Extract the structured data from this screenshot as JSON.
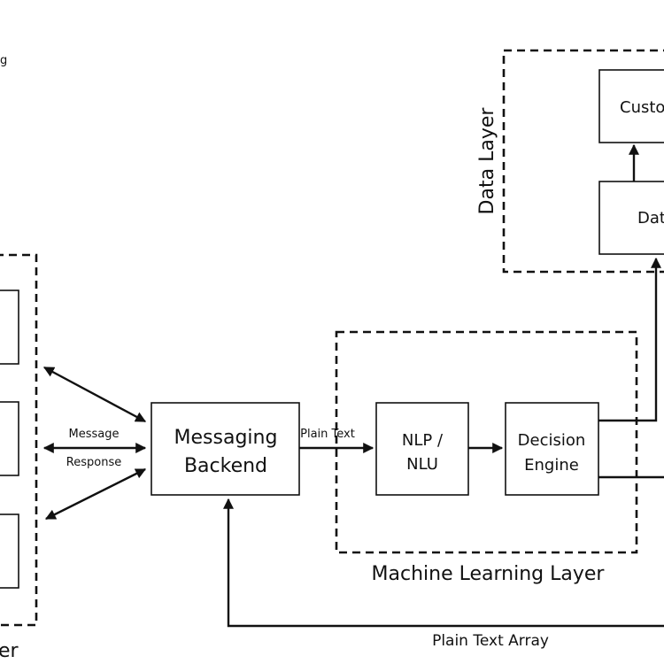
{
  "diagram": {
    "top_left_fragment": "g",
    "layers": {
      "data": "Data Layer",
      "machine_learning": "Machine Learning Layer",
      "client_fragment": "er"
    },
    "nodes": {
      "messaging_backend": {
        "line1": "Messaging",
        "line2": "Backend"
      },
      "nlp_nlu": {
        "line1": "NLP /",
        "line2": "NLU"
      },
      "decision_engine": {
        "line1": "Decision",
        "line2": "Engine"
      },
      "customer_fragment": "Custor",
      "data_fragment": "Dat"
    },
    "edges": {
      "message": "Message",
      "response": "Response",
      "plain_text": "Plain Text",
      "plain_text_array": "Plain Text Array"
    },
    "colors": {
      "stroke": "#111111",
      "background": "#ffffff"
    }
  }
}
